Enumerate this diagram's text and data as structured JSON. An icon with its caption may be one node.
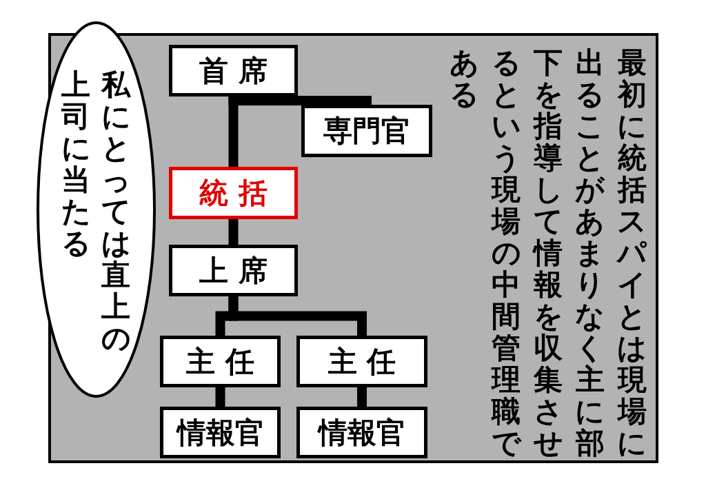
{
  "diagram": {
    "nodes": [
      {
        "text": [
          "首 席"
        ]
      },
      {
        "text": [
          "専門官"
        ]
      },
      {
        "text": [
          "統 括"
        ]
      },
      {
        "text": [
          "上 席"
        ]
      },
      {
        "text": [
          "主 任"
        ]
      },
      {
        "text": [
          "主 任"
        ]
      },
      {
        "text": [
          "情報官"
        ]
      },
      {
        "text": [
          "情報官"
        ]
      },
      {
        "text": [
          "私にとっては直上の上司に当たる"
        ]
      }
    ],
    "edges": [
      {
        "from": 0,
        "to": 2,
        "arrow": "none"
      },
      {
        "from": 0,
        "to": 1,
        "arrow": "none"
      },
      {
        "from": 2,
        "to": 3,
        "arrow": "none"
      },
      {
        "from": 3,
        "to": 4,
        "arrow": "none"
      },
      {
        "from": 3,
        "to": 5,
        "arrow": "none"
      },
      {
        "from": 4,
        "to": 6,
        "arrow": "none"
      },
      {
        "from": 5,
        "to": 7,
        "arrow": "none"
      }
    ],
    "labels": [
      "最初に統括スパイとは現場に出ることがあまりなく主に部下を指導して情報を収集させるという現場の中間管理職である"
    ]
  }
}
